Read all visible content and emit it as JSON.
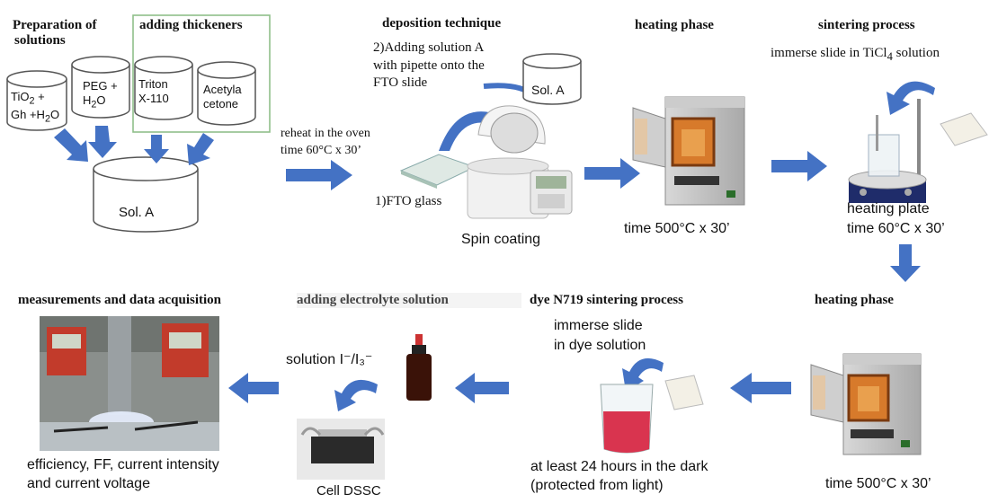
{
  "top": {
    "prep_title_1": "Preparation of",
    "prep_title_2": "solutions",
    "thickeners_title": "adding thickeners",
    "cyl_tio2_l1": "TiO",
    "cyl_tio2_sub": "2",
    "cyl_tio2_plus": " +",
    "cyl_tio2_l2a": "Gh +H",
    "cyl_tio2_l2sub": "2",
    "cyl_tio2_l2b": "O",
    "cyl_peg_l1": "PEG +",
    "cyl_peg_l2a": "H",
    "cyl_peg_l2sub": "2",
    "cyl_peg_l2b": "O",
    "cyl_triton_l1": "Triton",
    "cyl_triton_l2": "X-110",
    "cyl_acetyl_l1": "Acetyla",
    "cyl_acetyl_l2": "cetone",
    "sol_a_big": "Sol. A",
    "reheat_l1": "reheat in the oven",
    "reheat_l2": "time 60°C x 30’",
    "deposition_title": "deposition technique",
    "step2_l1": "2)Adding solution A",
    "step2_l2": "with pipette onto the",
    "step2_l3": "FTO slide",
    "sol_a_small": "Sol. A",
    "step1": "1)FTO glass",
    "spin_coating": "Spin coating",
    "heating_title": "heating phase",
    "heating_time": "time 500°C x 30’",
    "sintering_title": "sintering process",
    "immerse_ticl4_a": "immerse slide in TiCl",
    "immerse_ticl4_sub": "4",
    "immerse_ticl4_b": " solution",
    "heating_plate": "heating plate",
    "heating_plate_time": "time 60°C x 30’"
  },
  "bottom": {
    "measurements_title": "measurements and data acquisition",
    "measure_l1": "efficiency, FF, current intensity",
    "measure_l2": "and current voltage",
    "electrolyte_title": "adding electrolyte solution",
    "solution_i": "solution I⁻/I₃⁻",
    "cell_dssc": "Cell DSSC",
    "dye_title": "dye N719 sintering process",
    "immerse_dye_l1": "immerse slide",
    "immerse_dye_l2": "in dye solution",
    "dark_l1": "at least 24 hours in the dark",
    "dark_l2": "(protected from light)",
    "heating2_title": "heating phase",
    "heating2_time": "time 500°C x 30’"
  },
  "colors": {
    "arrow_blue": "#4472c4",
    "box_green": "#8fc08a",
    "dye_red": "#d9344f"
  }
}
